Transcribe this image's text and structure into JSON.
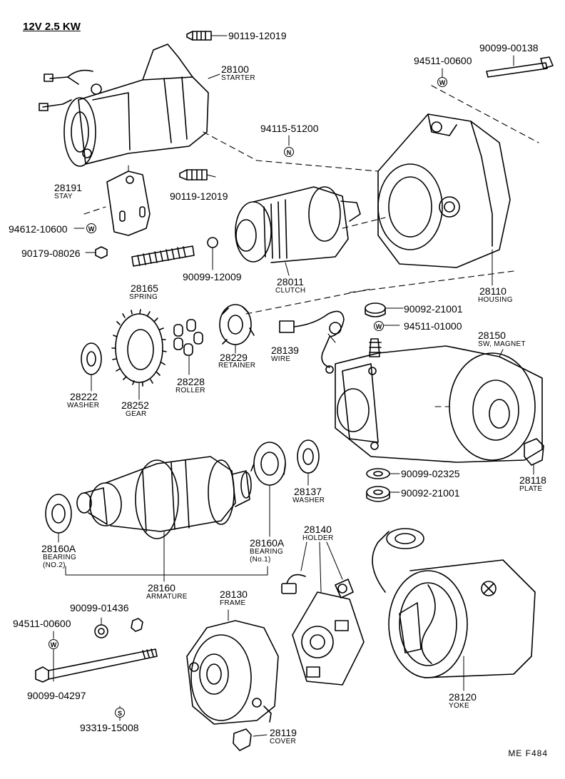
{
  "header": {
    "title": "12V 2.5 KW"
  },
  "footer": {
    "code": "ME  F484"
  },
  "labels": {
    "p90119_12019_a": "90119-12019",
    "p28100": "28100",
    "p28100_name": "STARTER",
    "p94511_00600_a": "94511-00600",
    "p90099_00138": "90099-00138",
    "p94115_51200": "94115-51200",
    "p28191": "28191",
    "p28191_name": "STAY",
    "p90119_12019_b": "90119-12019",
    "p94612_10600": "94612-10600",
    "p90179_08026": "90179-08026",
    "p28165": "28165",
    "p28165_name": "SPRING",
    "p90099_12009": "90099-12009",
    "p28011": "28011",
    "p28011_name": "CLUTCH",
    "p28110": "28110",
    "p28110_name": "HOUSING",
    "p90092_21001_a": "90092-21001",
    "p94511_01000": "94511-01000",
    "p28150": "28150",
    "p28150_name": "SW, MAGNET",
    "p28229": "28229",
    "p28229_name": "RETAINER",
    "p28139": "28139",
    "p28139_name": "WIRE",
    "p28222": "28222",
    "p28222_name": "WASHER",
    "p28252": "28252",
    "p28252_name": "GEAR",
    "p28228": "28228",
    "p28228_name": "ROLLER",
    "p28118": "28118",
    "p28118_name": "PLATE",
    "p90099_02325": "90099-02325",
    "p90092_21001_b": "90092-21001",
    "p28137": "28137",
    "p28137_name": "WASHER",
    "p28160A_a": "28160A",
    "p28160A_a_name": "BEARING",
    "p28160A_a_sub": "(NO.2)",
    "p28160A_b": "28160A",
    "p28160A_b_name": "BEARING",
    "p28160A_b_sub": "(No.1)",
    "p28160": "28160",
    "p28160_name": "ARMATURE",
    "p28140": "28140",
    "p28140_name": "HOLDER",
    "p90099_01436": "90099-01436",
    "p94511_00600_b": "94511-00600",
    "p28130": "28130",
    "p28130_name": "FRAME",
    "p90099_04297": "90099-04297",
    "p28120": "28120",
    "p28120_name": "YOKE",
    "p93319_15008": "93319-15008",
    "p28119": "28119",
    "p28119_name": "COVER"
  },
  "marks": {
    "w": "W",
    "n": "N",
    "s": "S"
  }
}
